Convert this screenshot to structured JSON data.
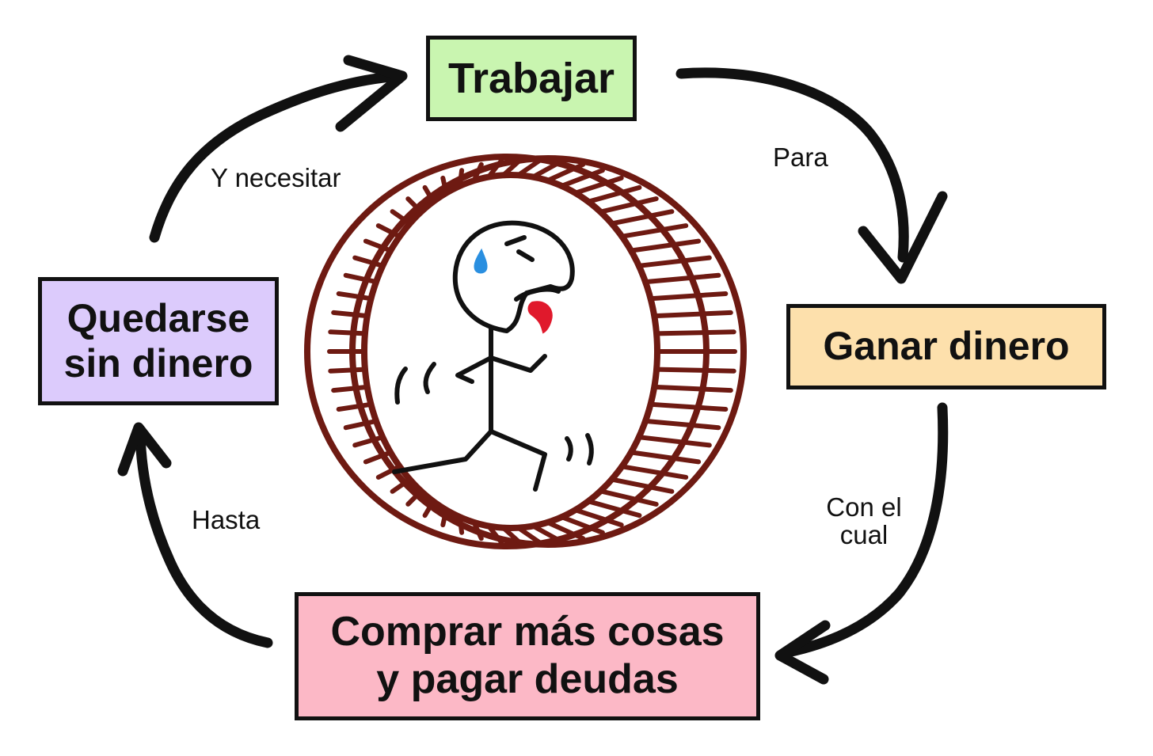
{
  "diagram": {
    "nodes": {
      "work": {
        "label": "Trabajar",
        "color": "#c9f5b0"
      },
      "earn": {
        "label": "Ganar dinero",
        "color": "#fde0ac"
      },
      "spend": {
        "line1": "Comprar más cosas",
        "line2": "y pagar deudas",
        "color": "#fcb8c6"
      },
      "broke": {
        "line1": "Quedarse",
        "line2": "sin dinero",
        "color": "#dccbfc"
      }
    },
    "edges": {
      "work_to_earn": "Para",
      "earn_to_spend": {
        "line1": "Con el",
        "line2": "cual"
      },
      "spend_to_broke": "Hasta",
      "broke_to_work": "Y necesitar"
    },
    "colors": {
      "wheel": "#6e1a12",
      "outline": "#111111",
      "sweat": "#2a8fe0",
      "tongue": "#e0192c"
    },
    "icons": [
      "hamster-wheel-icon",
      "stick-figure-runner-icon"
    ]
  }
}
